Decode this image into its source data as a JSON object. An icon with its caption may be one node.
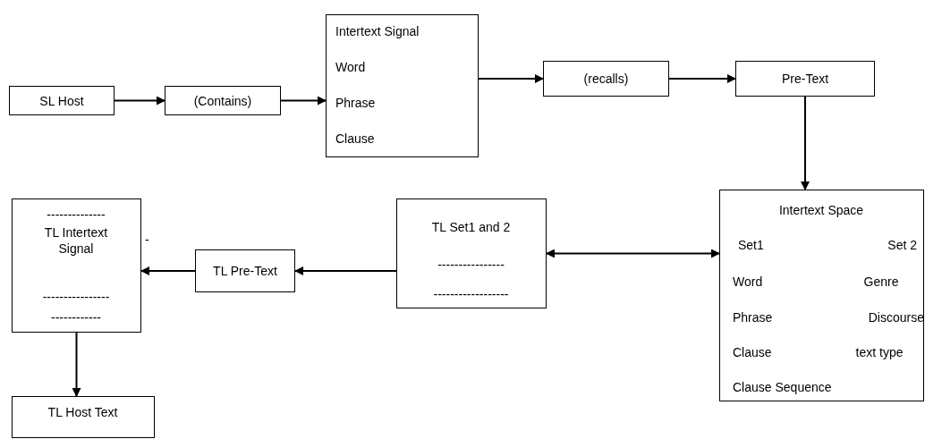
{
  "diagram": {
    "nodes": [
      {
        "text": [
          "SL Host"
        ]
      },
      {
        "text": [
          "(Contains)"
        ]
      },
      {
        "text": [
          "Intertext Signal",
          "Word",
          "Phrase",
          "Clause"
        ]
      },
      {
        "text": [
          "(recalls)"
        ]
      },
      {
        "text": [
          "Pre-Text"
        ]
      },
      {
        "text": [
          "Intertext Space",
          "Set1",
          "Set 2",
          "Word",
          "Genre",
          "Phrase",
          "Discourse",
          "Clause",
          "text type",
          "Clause Sequence"
        ]
      },
      {
        "text": [
          "TL Set1 and 2",
          "----------------",
          "------------------"
        ]
      },
      {
        "text": [
          "TL Pre-Text"
        ]
      },
      {
        "text": [
          "--------------",
          "TL Intertext Signal",
          "----------------",
          "------------"
        ],
        "beside": [
          "-"
        ]
      },
      {
        "text": [
          "TL Host Text"
        ]
      }
    ],
    "edges": [
      {
        "from": 0,
        "to": 1,
        "arrow": "to"
      },
      {
        "from": 1,
        "to": 2,
        "arrow": "to"
      },
      {
        "from": 2,
        "to": 3,
        "arrow": "to"
      },
      {
        "from": 3,
        "to": 4,
        "arrow": "to"
      },
      {
        "from": 4,
        "to": 5,
        "arrow": "to"
      },
      {
        "from": 6,
        "to": 5,
        "arrow": "both"
      },
      {
        "from": 6,
        "to": 7,
        "arrow": "to"
      },
      {
        "from": 7,
        "to": 8,
        "arrow": "to"
      },
      {
        "from": 8,
        "to": 9,
        "arrow": "to"
      }
    ]
  }
}
